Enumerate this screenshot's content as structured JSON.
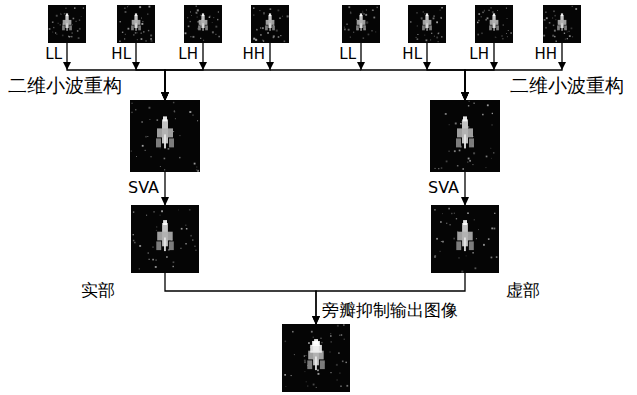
{
  "diagram": {
    "nodes": [
      {
        "text": [
          "LL"
        ]
      },
      {
        "text": [
          "HL"
        ]
      },
      {
        "text": [
          "LH"
        ]
      },
      {
        "text": [
          "HH"
        ]
      },
      {
        "text": [
          "LL"
        ]
      },
      {
        "text": [
          "HL"
        ]
      },
      {
        "text": [
          "LH"
        ]
      },
      {
        "text": [
          "HH"
        ]
      },
      {
        "text": [
          "二维小波重构"
        ]
      },
      {
        "text": [
          "二维小波重构"
        ]
      },
      {
        "text": [
          "实部"
        ]
      },
      {
        "text": [
          "虚部"
        ]
      },
      {
        "text": [
          "旁瓣抑制输出图像"
        ]
      }
    ],
    "edges": [
      {
        "from": 0,
        "to": 8,
        "arrow": "to"
      },
      {
        "from": 1,
        "to": 8,
        "arrow": "to"
      },
      {
        "from": 2,
        "to": 8,
        "arrow": "to"
      },
      {
        "from": 3,
        "to": 8,
        "arrow": "to"
      },
      {
        "from": 4,
        "to": 9,
        "arrow": "to"
      },
      {
        "from": 5,
        "to": 9,
        "arrow": "to"
      },
      {
        "from": 6,
        "to": 9,
        "arrow": "to"
      },
      {
        "from": 7,
        "to": 9,
        "arrow": "to"
      },
      {
        "from": 8,
        "to": 10,
        "label": "SVA",
        "arrow": "to"
      },
      {
        "from": 9,
        "to": 11,
        "label": "SVA",
        "arrow": "to"
      },
      {
        "from": 10,
        "to": 12,
        "arrow": "to"
      },
      {
        "from": 11,
        "to": 12,
        "arrow": "to"
      }
    ]
  }
}
